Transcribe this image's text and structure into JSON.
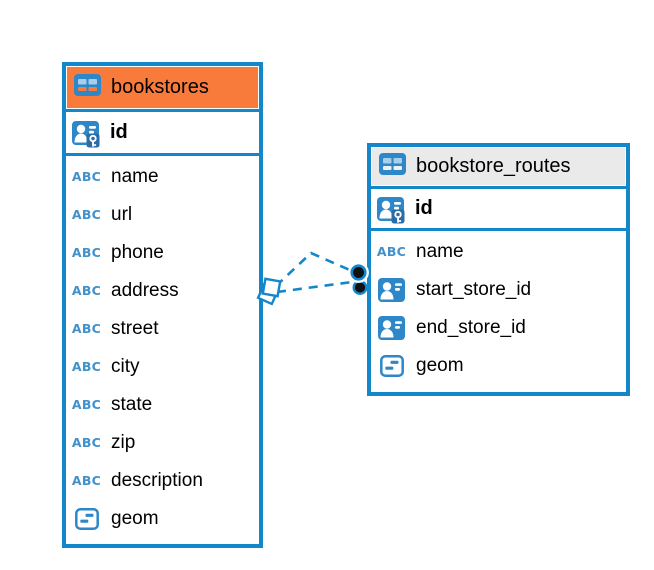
{
  "colors": {
    "blue": "#1487CB",
    "orange": "#F87B3C",
    "gray_header": "#EAEAEA",
    "icon_blue": "#2E87C8",
    "abc_blue": "#4191CB",
    "key_blue": "#2B6DA6",
    "cell_light": "#A7CEEA",
    "marker_fill": "#111111",
    "canvas_bg": "#FFFFFF"
  },
  "diagram": {
    "tables": [
      {
        "name": "bookstores",
        "header_variant": "orange",
        "primary_key": {
          "label": "id",
          "icon": "primary-key"
        },
        "columns": [
          {
            "label": "name",
            "icon": "text"
          },
          {
            "label": "url",
            "icon": "text"
          },
          {
            "label": "phone",
            "icon": "text"
          },
          {
            "label": "address",
            "icon": "text"
          },
          {
            "label": "street",
            "icon": "text"
          },
          {
            "label": "city",
            "icon": "text"
          },
          {
            "label": "state",
            "icon": "text"
          },
          {
            "label": "zip",
            "icon": "text"
          },
          {
            "label": "description",
            "icon": "text"
          },
          {
            "label": "geom",
            "icon": "geometry"
          }
        ]
      },
      {
        "name": "bookstore_routes",
        "header_variant": "gray",
        "primary_key": {
          "label": "id",
          "icon": "primary-key"
        },
        "columns": [
          {
            "label": "name",
            "icon": "text"
          },
          {
            "label": "start_store_id",
            "icon": "reference"
          },
          {
            "label": "end_store_id",
            "icon": "reference"
          },
          {
            "label": "geom",
            "icon": "geometry"
          }
        ]
      }
    ],
    "relationships": [
      {
        "from": "bookstores",
        "to": "bookstore_routes",
        "style": "dashed"
      },
      {
        "from": "bookstores",
        "to": "bookstore_routes",
        "style": "dashed"
      }
    ]
  }
}
